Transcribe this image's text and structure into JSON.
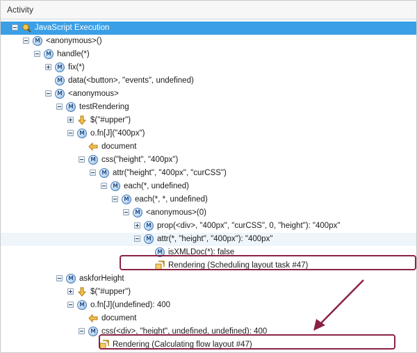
{
  "panel": {
    "title": "Activity"
  },
  "tree": [
    {
      "label": "JavaScript Execution",
      "icon": "javascript-execution-icon",
      "expander": "minus",
      "depth": 0,
      "selected": true
    },
    {
      "label": "<anonymous>()",
      "icon": "method-icon",
      "expander": "minus",
      "depth": 1
    },
    {
      "label": "handle(*)",
      "icon": "method-icon",
      "expander": "minus",
      "depth": 2
    },
    {
      "label": "fix(*)",
      "icon": "method-icon",
      "expander": "plus",
      "depth": 3
    },
    {
      "label": "data(<button>, \"events\", undefined)",
      "icon": "method-icon",
      "expander": "none",
      "depth": 3
    },
    {
      "label": "<anonymous>",
      "icon": "method-icon",
      "expander": "minus",
      "depth": 3
    },
    {
      "label": "testRendering",
      "icon": "method-icon",
      "expander": "minus",
      "depth": 4
    },
    {
      "label": "$(\"#upper\")",
      "icon": "call-in-arrow-icon",
      "expander": "plus",
      "depth": 5
    },
    {
      "label": "o.fn[J](\"400px\")",
      "icon": "method-icon",
      "expander": "minus",
      "depth": 5
    },
    {
      "label": "document",
      "icon": "return-arrow-icon",
      "expander": "none",
      "depth": 6
    },
    {
      "label": "css(\"height\", \"400px\")",
      "icon": "method-icon",
      "expander": "minus",
      "depth": 6
    },
    {
      "label": "attr(\"height\", \"400px\", \"curCSS\")",
      "icon": "method-icon",
      "expander": "minus",
      "depth": 7
    },
    {
      "label": "each(*, undefined)",
      "icon": "method-icon",
      "expander": "minus",
      "depth": 8
    },
    {
      "label": "each(*, *, undefined)",
      "icon": "method-icon",
      "expander": "minus",
      "depth": 9
    },
    {
      "label": "<anonymous>(0)",
      "icon": "method-icon",
      "expander": "minus",
      "depth": 10
    },
    {
      "label": "prop(<div>, \"400px\", \"curCSS\", 0, \"height\"): \"400px\"",
      "icon": "method-icon",
      "expander": "plus",
      "depth": 11
    },
    {
      "label": "attr(*, \"height\", \"400px\"): \"400px\"",
      "icon": "method-icon",
      "expander": "minus",
      "depth": 11,
      "highlighted": true
    },
    {
      "label": "isXMLDoc(*): false",
      "icon": "method-icon",
      "expander": "none",
      "depth": 12
    },
    {
      "label": "Rendering (Scheduling layout task #47)",
      "icon": "rendering-icon",
      "expander": "none",
      "depth": 12
    },
    {
      "label": "askforHeight",
      "icon": "method-icon",
      "expander": "minus",
      "depth": 4
    },
    {
      "label": "$(\"#upper\")",
      "icon": "call-in-arrow-icon",
      "expander": "plus",
      "depth": 5
    },
    {
      "label": "o.fn[J](undefined): 400",
      "icon": "method-icon",
      "expander": "minus",
      "depth": 5
    },
    {
      "label": "document",
      "icon": "return-arrow-icon",
      "expander": "none",
      "depth": 6
    },
    {
      "label": "css(<div>, \"height\", undefined, undefined): 400",
      "icon": "method-icon",
      "expander": "minus",
      "depth": 6
    },
    {
      "label": "Rendering (Calculating flow layout #47)",
      "icon": "rendering-icon",
      "expander": "none",
      "depth": 7
    },
    {
      "label": "",
      "icon": "method-icon",
      "expander": "plus",
      "depth": 7
    }
  ]
}
